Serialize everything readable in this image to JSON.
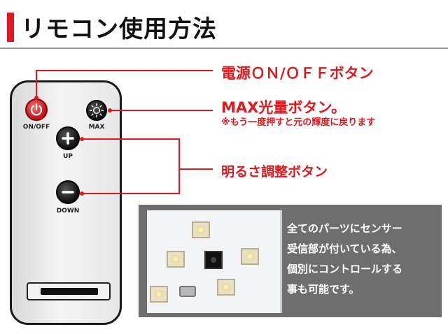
{
  "header": {
    "title": "リモコン使用方法"
  },
  "remote": {
    "power_label": "ON/OFF",
    "max_label": "MAX",
    "up_label": "UP",
    "down_label": "DOWN"
  },
  "callouts": {
    "power": "電源ＯＮ/ＯＦＦボタン",
    "max": "MAX光量ボタン。",
    "max_note": "※もう一度押すと元の輝度に戻ります",
    "brightness": "明るさ調整ボタン"
  },
  "photo": {
    "lines": [
      "全てのパーツにセンサー",
      "受信部が付いている為、",
      "個別にコントロールする",
      "事も可能です。"
    ]
  },
  "colors": {
    "accent": "#e0191f",
    "panel": "#6e6e6e"
  },
  "icons": {
    "power": "power-icon",
    "max": "sun-icon",
    "up": "plus-icon",
    "down": "minus-icon"
  }
}
